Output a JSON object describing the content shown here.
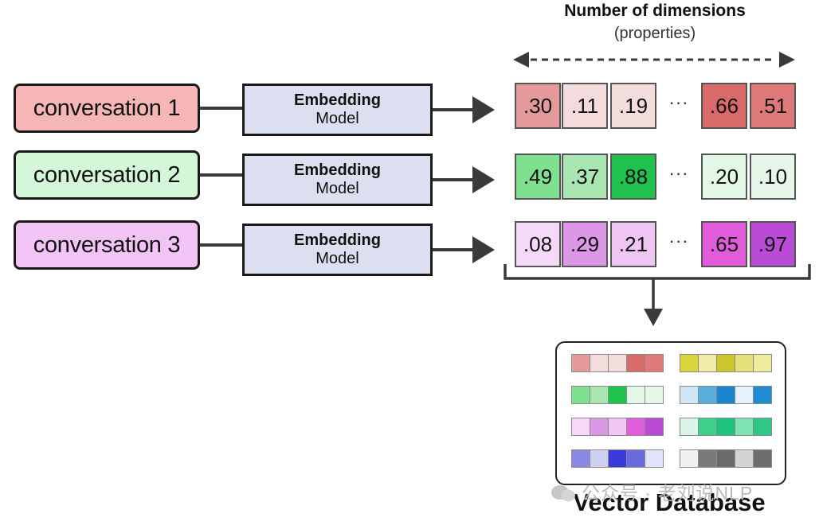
{
  "header": {
    "title": "Number of dimensions",
    "subtitle": "(properties)"
  },
  "rows": [
    {
      "conversation": "conversation 1",
      "conv_color": "#f6b6b6",
      "model_line1": "Embedding",
      "model_line2": "Model",
      "values": [
        ".30",
        ".11",
        ".19",
        ".66",
        ".51"
      ],
      "cell_colors": [
        "#e49a9a",
        "#f4dcdc",
        "#f2dcdc",
        "#d86a6a",
        "#e07a7a"
      ]
    },
    {
      "conversation": "conversation 2",
      "conv_color": "#d4f7d9",
      "model_line1": "Embedding",
      "model_line2": "Model",
      "values": [
        ".49",
        ".37",
        ".88",
        ".20",
        ".10"
      ],
      "cell_colors": [
        "#7fe08f",
        "#a9e6b2",
        "#1ec24c",
        "#e3f7e6",
        "#e6f7e9"
      ]
    },
    {
      "conversation": "conversation 3",
      "conv_color": "#f1c4f5",
      "model_line1": "Embedding",
      "model_line2": "Model",
      "values": [
        ".08",
        ".29",
        ".21",
        ".65",
        ".97"
      ],
      "cell_colors": [
        "#f6d9f8",
        "#dc98e6",
        "#efc6f3",
        "#e25bdb",
        "#b94bd7"
      ]
    }
  ],
  "ellipsis": "···",
  "vector_database": {
    "label": "Vector Database",
    "grids": [
      [
        "#e49a9a",
        "#f4dcdc",
        "#f2dcdc",
        "#d86a6a",
        "#e07a7a"
      ],
      [
        "#d8d43a",
        "#f0eda8",
        "#cdc62a",
        "#e4e07a",
        "#eeeb9e"
      ],
      [
        "#7fe08f",
        "#a9e6b2",
        "#1ec24c",
        "#e3f7e6",
        "#e6f7e9"
      ],
      [
        "#cfe6f6",
        "#5aaede",
        "#1c86cc",
        "#e6f1f9",
        "#1f8bd0"
      ],
      [
        "#f6d9f8",
        "#dc98e6",
        "#efc6f3",
        "#e25bdb",
        "#b94bd7"
      ],
      [
        "#d8f5e8",
        "#3dd08d",
        "#1fc27a",
        "#7de3b0",
        "#2cc884"
      ],
      [
        "#8a8ae6",
        "#cfcff2",
        "#3a3ad8",
        "#6a6ae0",
        "#e3e3f8"
      ],
      [
        "#f0f0f0",
        "#7a7a7a",
        "#6b6b6b",
        "#d4d4d4",
        "#6e6e6e"
      ]
    ]
  },
  "watermark": "公众号 · 老刘说NLP"
}
